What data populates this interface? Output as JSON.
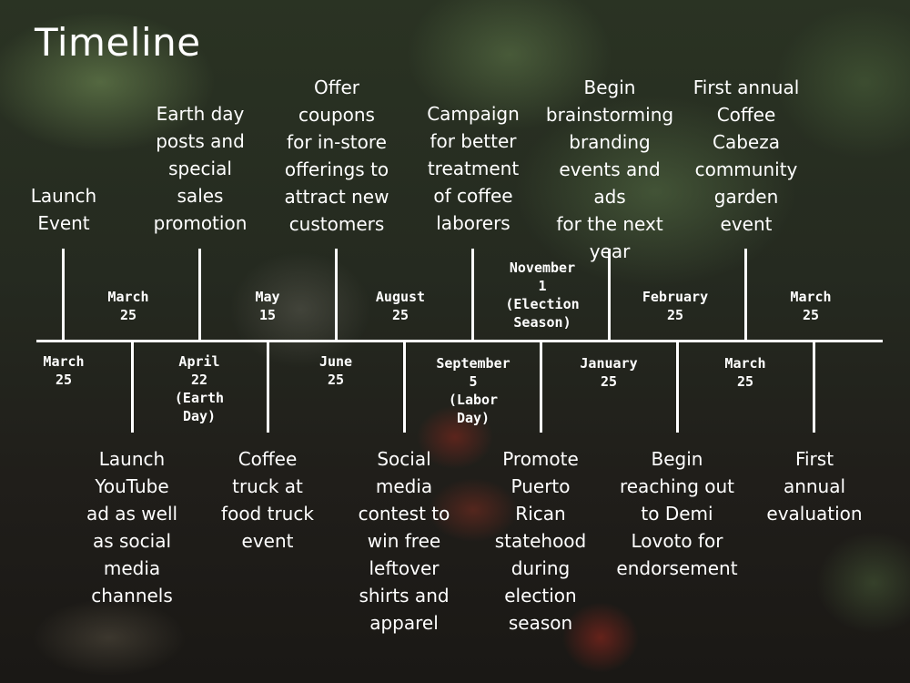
{
  "title": "Timeline",
  "top_events": [
    {
      "date": "March\n25",
      "text": "Launch\nEvent"
    },
    {
      "date": "May\n15",
      "text": "Earth day\nposts and\nspecial\nsales\npromotion"
    },
    {
      "date": "August\n25",
      "text": "Offer\ncoupons\nfor in-store\nofferings to\nattract new\ncustomers"
    },
    {
      "date": "November\n1\n(Election\nSeason)",
      "text": "Campaign\nfor better\ntreatment\nof coffee\nlaborers"
    },
    {
      "date": "February\n25",
      "text": "Begin\nbrainstorming\nbranding\nevents and ads\nfor the next\nyear"
    },
    {
      "date": "March\n25",
      "text": "First annual\nCoffee\nCabeza\ncommunity\ngarden\nevent"
    }
  ],
  "bottom_events": [
    {
      "date": "March\n25",
      "text": "Launch\nYouTube\nad as well\nas social\nmedia\nchannels"
    },
    {
      "date": "April\n22\n(Earth\nDay)",
      "text": "Coffee\ntruck at\nfood truck\nevent"
    },
    {
      "date": "June\n25",
      "text": "Social\nmedia\ncontest to\nwin free\nleftover\nshirts and\napparel"
    },
    {
      "date": "September\n5\n(Labor\nDay)",
      "text": "Promote\nPuerto\nRican\nstatehood\nduring\nelection\nseason"
    },
    {
      "date": "January\n25",
      "text": "Begin\nreaching out\nto Demi\nLovoto for\nendorsement"
    },
    {
      "date": "March\n25",
      "text": "First\nannual\nevaluation"
    }
  ]
}
